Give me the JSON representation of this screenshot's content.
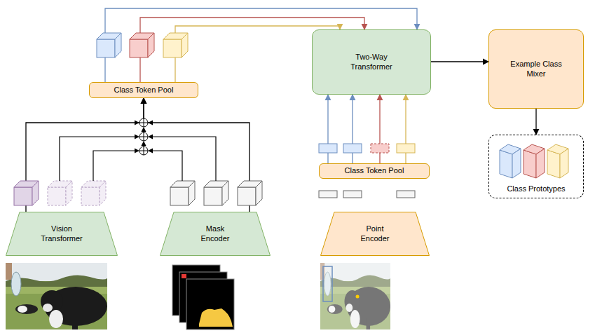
{
  "diagram": {
    "nodes": [
      {
        "text": [
          "Class Token Pool"
        ]
      },
      {
        "text": [
          "Two-Way Transformer"
        ]
      },
      {
        "text": [
          "Example Class Mixer"
        ]
      },
      {
        "text": [
          "Class Prototypes"
        ]
      },
      {
        "text": [
          "Class Token Pool"
        ]
      },
      {
        "text": [
          "Vision Transformer"
        ]
      },
      {
        "text": [
          "Mask Encoder"
        ]
      },
      {
        "text": [
          "Point Encoder"
        ]
      }
    ],
    "edges": [
      {
        "from": 0,
        "to": 1,
        "arrow": "to"
      },
      {
        "from": 0,
        "to": 1,
        "arrow": "to"
      },
      {
        "from": 0,
        "to": 1,
        "arrow": "to"
      },
      {
        "from": 1,
        "to": 2,
        "arrow": "to"
      },
      {
        "from": 2,
        "to": 3,
        "arrow": "to"
      },
      {
        "from": 4,
        "to": 1,
        "arrow": "to"
      },
      {
        "from": 4,
        "to": 1,
        "arrow": "to"
      },
      {
        "from": 4,
        "to": 1,
        "arrow": "to"
      },
      {
        "from": 4,
        "to": 1,
        "arrow": "to"
      },
      {
        "from": 5,
        "to": 0,
        "arrow": "to"
      },
      {
        "from": 6,
        "to": 0,
        "arrow": "to"
      }
    ]
  }
}
